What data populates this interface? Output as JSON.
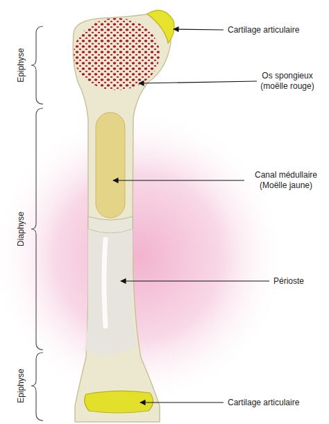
{
  "diagram": {
    "labels": [
      "Cartilage articulaire",
      "Os spongieux (moëlle rouge)",
      "Canal médullaire (Moëlle jaune)",
      "Périoste",
      "Cartilage articulaire",
      "Epiphyse",
      "Diaphyse",
      "Epiphyse"
    ]
  }
}
